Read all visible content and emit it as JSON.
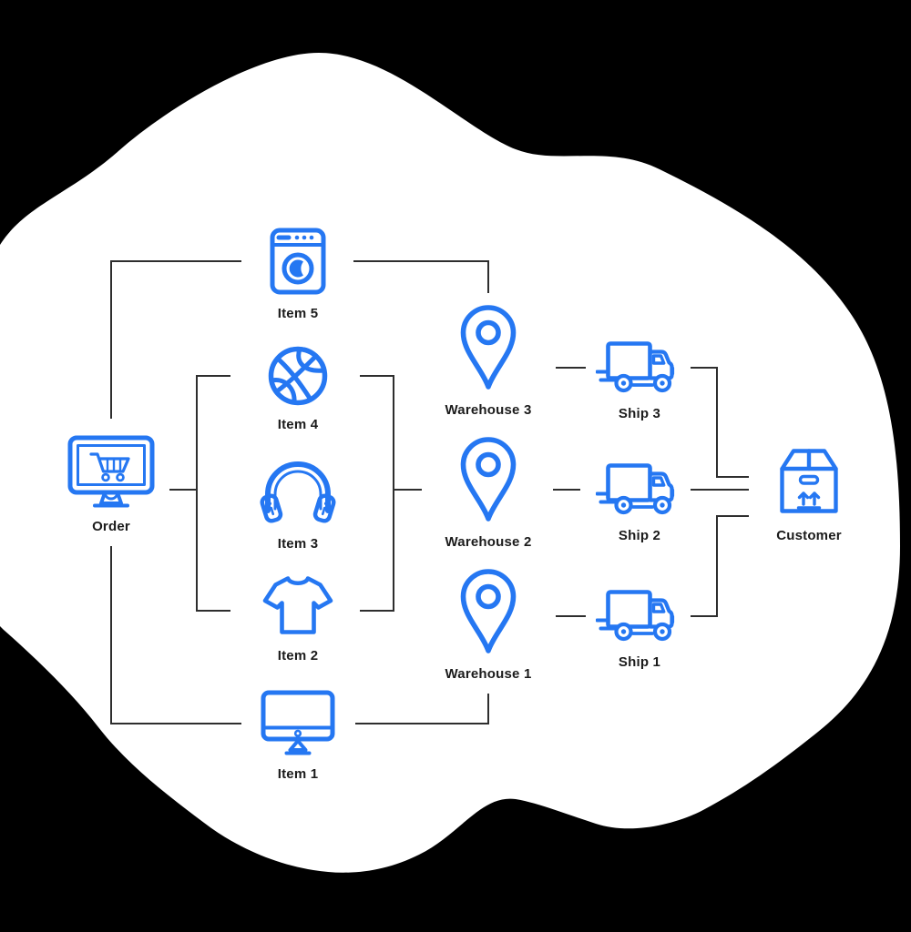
{
  "colors": {
    "background": "#000000",
    "blob": "#ffffff",
    "connector": "#2e2e2e",
    "accent": "#2577F2",
    "label": "#1b1b1b"
  },
  "diagram": {
    "order": {
      "label": "Order",
      "icon": "desktop-shopping-cart-icon"
    },
    "items": [
      {
        "label": "Item 5",
        "icon": "washing-machine-icon"
      },
      {
        "label": "Item 4",
        "icon": "basketball-icon"
      },
      {
        "label": "Item 3",
        "icon": "headphones-icon"
      },
      {
        "label": "Item 2",
        "icon": "tshirt-icon"
      },
      {
        "label": "Item 1",
        "icon": "desktop-monitor-icon"
      }
    ],
    "warehouses": [
      {
        "label": "Warehouse 3",
        "icon": "map-pin-icon"
      },
      {
        "label": "Warehouse 2",
        "icon": "map-pin-icon"
      },
      {
        "label": "Warehouse 1",
        "icon": "map-pin-icon"
      }
    ],
    "ships": [
      {
        "label": "Ship 3",
        "icon": "delivery-truck-icon"
      },
      {
        "label": "Ship 2",
        "icon": "delivery-truck-icon"
      },
      {
        "label": "Ship 1",
        "icon": "delivery-truck-icon"
      }
    ],
    "customer": {
      "label": "Customer",
      "icon": "package-box-icon"
    },
    "edges": [
      {
        "from": "Order",
        "to": "Item 5"
      },
      {
        "from": "Order",
        "to": "Item 4"
      },
      {
        "from": "Order",
        "to": "Item 2"
      },
      {
        "from": "Order",
        "to": "Item 1"
      },
      {
        "from": "Item 5",
        "to": "Warehouse 3"
      },
      {
        "from": "Item 4",
        "to": "Warehouse 2"
      },
      {
        "from": "Item 2",
        "to": "Warehouse 2"
      },
      {
        "from": "Item 1",
        "to": "Warehouse 1"
      },
      {
        "from": "Warehouse 3",
        "to": "Ship 3"
      },
      {
        "from": "Warehouse 2",
        "to": "Ship 2"
      },
      {
        "from": "Warehouse 1",
        "to": "Ship 1"
      },
      {
        "from": "Ship 3",
        "to": "Customer"
      },
      {
        "from": "Ship 2",
        "to": "Customer"
      },
      {
        "from": "Ship 1",
        "to": "Customer"
      }
    ]
  }
}
